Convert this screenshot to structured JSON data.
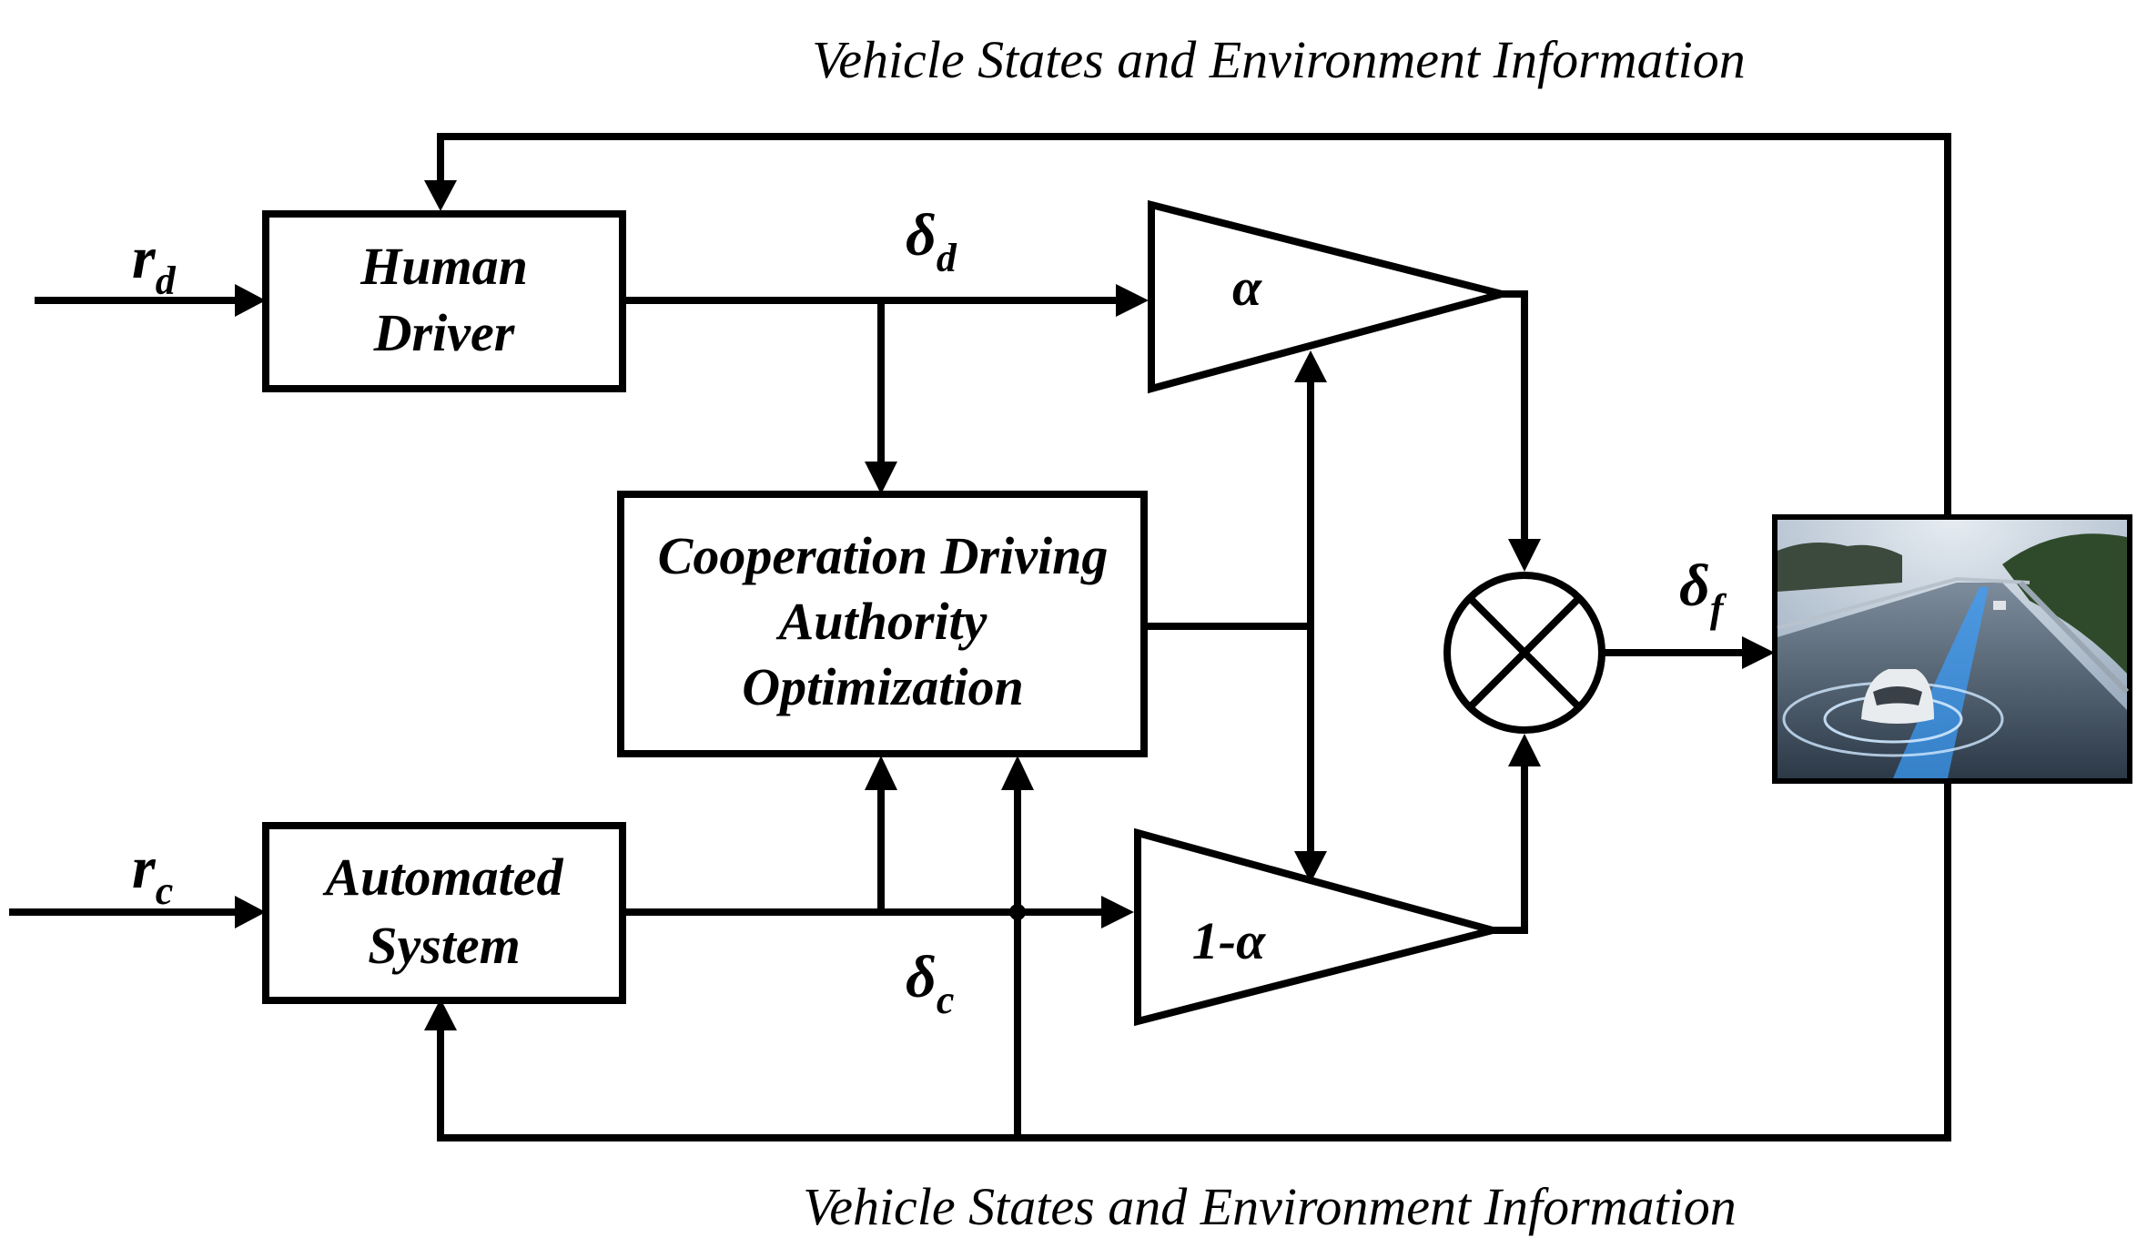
{
  "caption_top": "Vehicle States and Environment Information",
  "caption_bottom": "Vehicle States and Environment Information",
  "blocks": {
    "human_driver": [
      "Human",
      "Driver"
    ],
    "automated_system": [
      "Automated",
      "System"
    ],
    "optimizer": [
      "Cooperation Driving",
      "Authority",
      "Optimization"
    ]
  },
  "gains": {
    "upper": "α",
    "lower": "1-α"
  },
  "signals": {
    "r_d": {
      "base": "r",
      "sub": "d"
    },
    "r_c": {
      "base": "r",
      "sub": "c"
    },
    "delta_d": {
      "base": "δ",
      "sub": "d"
    },
    "delta_c": {
      "base": "δ",
      "sub": "c"
    },
    "delta_f": {
      "base": "δ",
      "sub": "f"
    }
  },
  "icons": {
    "multiplier": "multiply-junction-icon",
    "vehicle": "autonomous-car-road-image"
  },
  "colors": {
    "line": "#000000",
    "road": "#4a5a6a",
    "lane_glow": "#3aa0ff",
    "sky": "#c8d4e0"
  }
}
